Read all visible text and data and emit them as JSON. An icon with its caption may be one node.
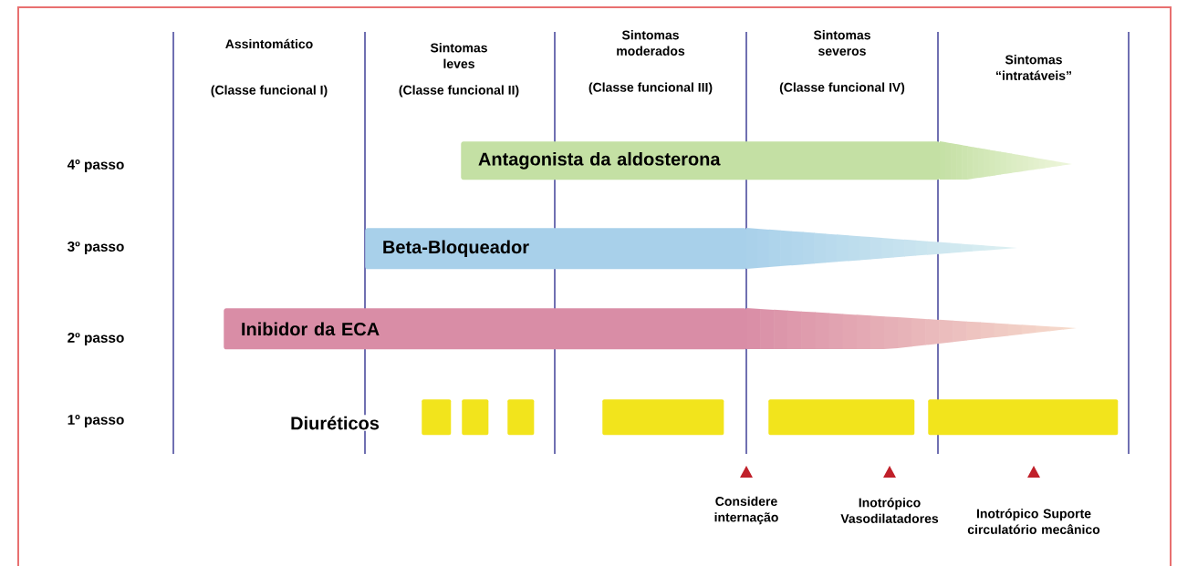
{
  "diagram": {
    "nodes": [
      {
        "text": [
          "Antagonista da aldosterona"
        ]
      },
      {
        "text": [
          "Beta-Bloqueador"
        ]
      },
      {
        "text": [
          "Inibidor da ECA"
        ]
      },
      {
        "text": [],
        "shape": "bar"
      },
      {
        "text": [],
        "shape": "bar"
      },
      {
        "text": [],
        "shape": "bar"
      },
      {
        "text": [],
        "shape": "bar"
      },
      {
        "text": [],
        "shape": "bar"
      },
      {
        "text": [],
        "shape": "bar"
      }
    ],
    "labels": [
      "Assintomático",
      "(Classe funcional I)",
      "Sintomas leves",
      "(Classe funcional II)",
      "Sintomas moderados",
      "(Classe funcional III)",
      "Sintomas severos",
      "(Classe funcional IV)",
      "Sintomas “intratáveis”",
      "4º passo",
      "3º passo",
      "2º passo",
      "1º passo",
      "Diuréticos",
      "Considere internação",
      "Inotrópico Vasodilatadores",
      "Inotrópico Suporte circulatório mecânico"
    ]
  }
}
